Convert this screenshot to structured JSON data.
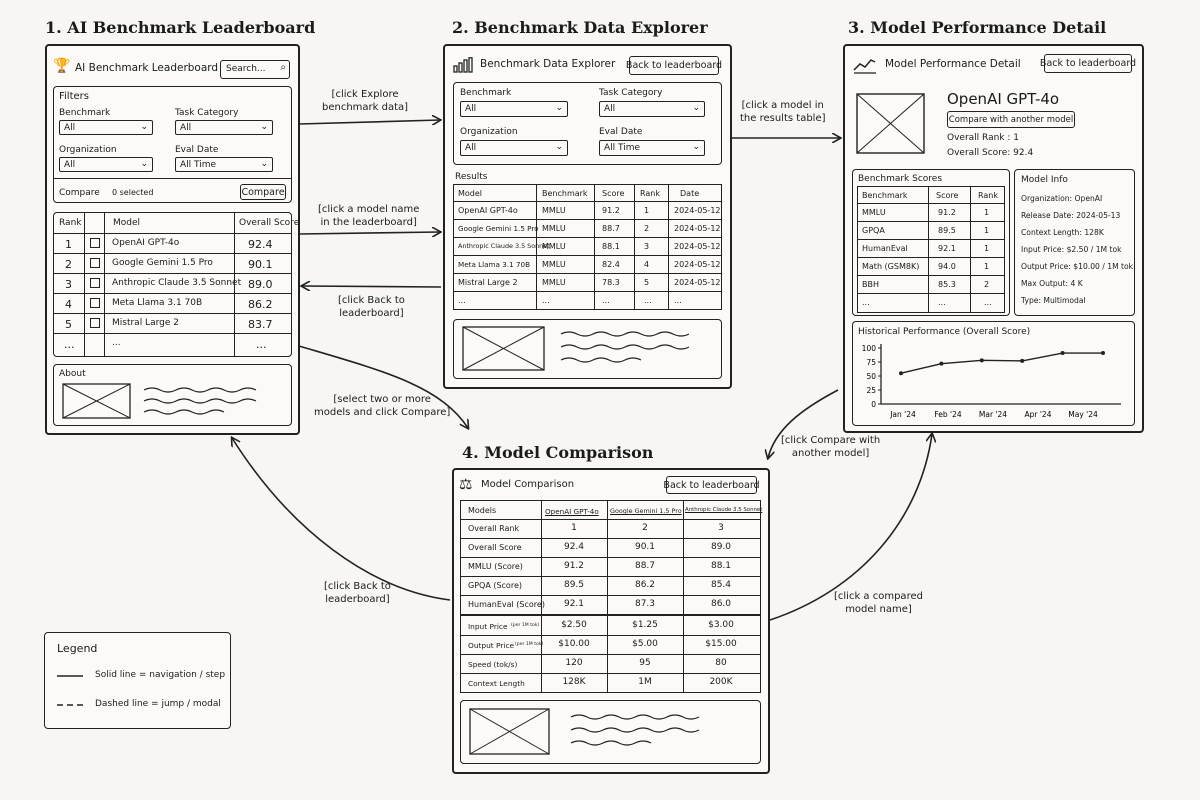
{
  "screens": {
    "s1": {
      "title": "1. AI Benchmark Leaderboard",
      "window_title": "AI Benchmark Leaderboard",
      "search_placeholder": "Search...",
      "filters": {
        "heading": "Filters",
        "benchmark_label": "Benchmark",
        "benchmark_value": "All",
        "task_label": "Task Category",
        "task_value": "All",
        "org_label": "Organization",
        "org_value": "All",
        "eval_label": "Eval Date",
        "eval_value": "All Time",
        "compare_label": "Compare",
        "compare_count": "0 selected",
        "compare_button": "Compare"
      },
      "table": {
        "headers": [
          "Rank",
          "Model",
          "Overall Score"
        ],
        "rows": [
          {
            "rank": "1",
            "model": "OpenAI GPT-4o",
            "score": "92.4"
          },
          {
            "rank": "2",
            "model": "Google Gemini 1.5 Pro",
            "score": "90.1"
          },
          {
            "rank": "3",
            "model": "Anthropic Claude 3.5 Sonnet",
            "score": "89.0"
          },
          {
            "rank": "4",
            "model": "Meta Llama 3.1 70B",
            "score": "86.2"
          },
          {
            "rank": "5",
            "model": "Mistral Large 2",
            "score": "83.7"
          },
          {
            "rank": "...",
            "model": "...",
            "score": "..."
          }
        ]
      },
      "about": "About"
    },
    "s2": {
      "title": "2. Benchmark Data Explorer",
      "window_title": "Benchmark Data Explorer",
      "back_button": "Back to leaderboard",
      "filters": {
        "benchmark_label": "Benchmark",
        "benchmark_value": "All",
        "task_label": "Task Category",
        "task_value": "All",
        "org_label": "Organization",
        "org_value": "All",
        "eval_label": "Eval Date",
        "eval_value": "All Time"
      },
      "results_heading": "Results",
      "table": {
        "headers": [
          "Model",
          "Benchmark",
          "Score",
          "Rank",
          "Date"
        ],
        "rows": [
          [
            "OpenAI GPT-4o",
            "MMLU",
            "91.2",
            "1",
            "2024-05-12"
          ],
          [
            "Google Gemini 1.5 Pro",
            "MMLU",
            "88.7",
            "2",
            "2024-05-12"
          ],
          [
            "Anthropic Claude 3.5 Sonnet",
            "MMLU",
            "88.1",
            "3",
            "2024-05-12"
          ],
          [
            "Meta Llama 3.1 70B",
            "MMLU",
            "82.4",
            "4",
            "2024-05-12"
          ],
          [
            "Mistral Large 2",
            "MMLU",
            "78.3",
            "5",
            "2024-05-12"
          ],
          [
            "...",
            "...",
            "...",
            "...",
            "..."
          ]
        ]
      }
    },
    "s3": {
      "title": "3. Model Performance Detail",
      "window_title": "Model Performance Detail",
      "back_button": "Back to leaderboard",
      "model_name": "OpenAI GPT-4o",
      "compare_button": "Compare with another model",
      "overall_rank": "Overall Rank :  1",
      "overall_score": "Overall Score:  92.4",
      "scores": {
        "heading": "Benchmark Scores",
        "headers": [
          "Benchmark",
          "Score",
          "Rank"
        ],
        "rows": [
          [
            "MMLU",
            "91.2",
            "1"
          ],
          [
            "GPQA",
            "89.5",
            "1"
          ],
          [
            "HumanEval",
            "92.1",
            "1"
          ],
          [
            "Math (GSM8K)",
            "94.0",
            "1"
          ],
          [
            "BBH",
            "85.3",
            "2"
          ],
          [
            "...",
            "...",
            "..."
          ]
        ]
      },
      "info": {
        "heading": "Model Info",
        "lines": [
          "Organization:  OpenAI",
          "Release Date:  2024-05-13",
          "Context Length:  128K",
          "Input Price:  $2.50 / 1M tok",
          "Output Price:  $10.00 / 1M tok",
          "Max Output:   4 K",
          "Type:   Multimodal"
        ]
      },
      "history_heading": "Historical Performance (Overall Score)"
    },
    "s4": {
      "title": "4. Model Comparison",
      "window_title": "Model Comparison",
      "back_button": "Back to leaderboard",
      "headers": [
        "Models",
        "OpenAI GPT-4o",
        "Google Gemini 1.5 Pro",
        "Anthropic Claude 3.5 Sonnet"
      ],
      "rows": [
        [
          "Overall Rank",
          "1",
          "2",
          "3"
        ],
        [
          "Overall Score",
          "92.4",
          "90.1",
          "89.0"
        ],
        [
          "MMLU (Score)",
          "91.2",
          "88.7",
          "88.1"
        ],
        [
          "GPQA (Score)",
          "89.5",
          "86.2",
          "85.4"
        ],
        [
          "HumanEval (Score)",
          "92.1",
          "87.3",
          "86.0"
        ]
      ],
      "rows2": [
        [
          "Input Price",
          "(per 1M tok)",
          "$2.50",
          "$1.25",
          "$3.00"
        ],
        [
          "Output Price",
          "(per 1M tok)",
          "$10.00",
          "$5.00",
          "$15.00"
        ],
        [
          "Speed (tok/s)",
          "",
          "120",
          "95",
          "80"
        ],
        [
          "Context Length",
          "",
          "128K",
          "1M",
          "200K"
        ]
      ]
    }
  },
  "annotations": {
    "a1": [
      "[click Explore",
      "benchmark data]"
    ],
    "a2": [
      "[click a model name",
      "in the leaderboard]"
    ],
    "a3": [
      "[click Back to",
      "leaderboard]"
    ],
    "a4": [
      "[select two or more",
      "models and click Compare]"
    ],
    "a5": [
      "[click a model in",
      "the results table]"
    ],
    "a6": [
      "[click Compare with",
      "another model]"
    ],
    "a7": [
      "[click a compared",
      "model name]"
    ],
    "a8": [
      "[click Back to",
      "leaderboard]"
    ]
  },
  "legend": {
    "title": "Legend",
    "solid": "Solid line = navigation / step",
    "dashed": "Dashed line = jump / modal"
  },
  "chart_data": {
    "type": "line",
    "title": "Historical Performance (Overall Score)",
    "x": [
      "Jan '24",
      "Feb '24",
      "Mar '24",
      "Apr '24",
      "May '24"
    ],
    "values": [
      55,
      72,
      78,
      77,
      91,
      91
    ],
    "ylim": [
      0,
      100
    ],
    "yticks": [
      0,
      25,
      50,
      75,
      100
    ]
  }
}
